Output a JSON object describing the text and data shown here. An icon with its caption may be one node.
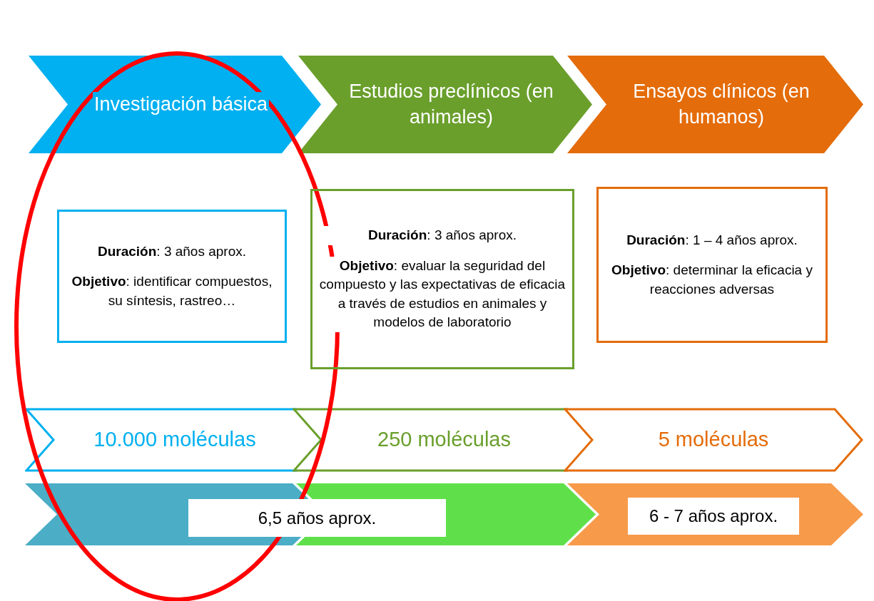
{
  "diagram": {
    "nodes": [
      {
        "text": [
          "Investigación básica"
        ]
      },
      {
        "text": [
          "Estudios preclínicos (en animales)"
        ]
      },
      {
        "text": [
          "Ensayos clínicos (en humanos)"
        ]
      },
      {
        "text": [
          "**Duración**: 3 años aprox.",
          "**Objetivo**: identificar compuestos, su síntesis, rastreo…"
        ]
      },
      {
        "text": [
          "**Duración**: 3 años aprox.",
          "**Objetivo**: evaluar la seguridad del compuesto y las expectativas de eficacia a través de estudios en animales y modelos de laboratorio"
        ]
      },
      {
        "text": [
          "**Duración**: 1 – 4 años aprox.",
          "**Objetivo**: determinar la eficacia y reacciones adversas"
        ]
      },
      {
        "text": [
          "10.000 moléculas"
        ]
      },
      {
        "text": [
          "250 moléculas"
        ]
      },
      {
        "text": [
          "5 moléculas"
        ]
      },
      {
        "text": [],
        "shape": "chevron"
      },
      {
        "text": [],
        "shape": "chevron"
      },
      {
        "text": [
          "6,5 años aprox."
        ]
      },
      {
        "text": [],
        "shape": "chevron"
      },
      {
        "text": [
          "6 - 7 años aprox."
        ],
        "in": 12
      }
    ]
  }
}
